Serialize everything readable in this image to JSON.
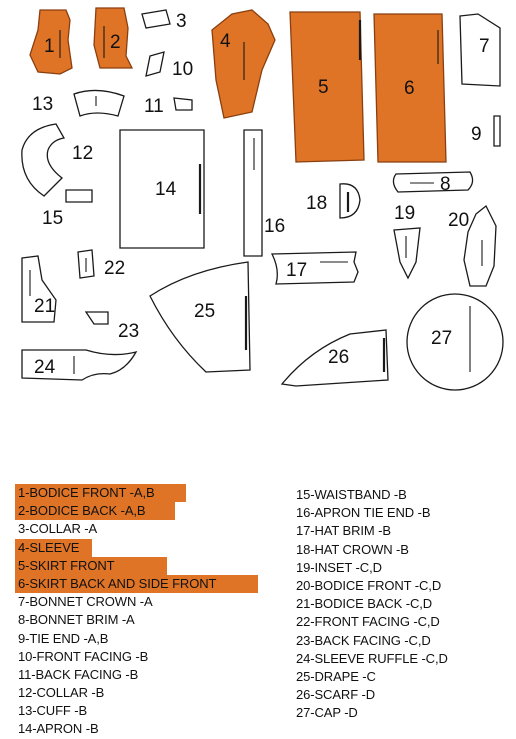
{
  "pieces": [
    {
      "id": "1",
      "label": "1"
    },
    {
      "id": "2",
      "label": "2"
    },
    {
      "id": "3",
      "label": "3"
    },
    {
      "id": "4",
      "label": "4"
    },
    {
      "id": "5",
      "label": "5"
    },
    {
      "id": "6",
      "label": "6"
    },
    {
      "id": "7",
      "label": "7"
    },
    {
      "id": "8",
      "label": "8"
    },
    {
      "id": "9",
      "label": "9"
    },
    {
      "id": "10",
      "label": "10"
    },
    {
      "id": "11",
      "label": "11"
    },
    {
      "id": "12",
      "label": "12"
    },
    {
      "id": "13",
      "label": "13"
    },
    {
      "id": "14",
      "label": "14"
    },
    {
      "id": "15",
      "label": "15"
    },
    {
      "id": "16",
      "label": "16"
    },
    {
      "id": "17",
      "label": "17"
    },
    {
      "id": "18",
      "label": "18"
    },
    {
      "id": "19",
      "label": "19"
    },
    {
      "id": "20",
      "label": "20"
    },
    {
      "id": "21",
      "label": "21"
    },
    {
      "id": "22",
      "label": "22"
    },
    {
      "id": "23",
      "label": "23"
    },
    {
      "id": "24",
      "label": "24"
    },
    {
      "id": "25",
      "label": "25"
    },
    {
      "id": "26",
      "label": "26"
    },
    {
      "id": "27",
      "label": "27"
    }
  ],
  "legend_left": [
    {
      "text": "1-BODICE FRONT -A,B",
      "highlighted": true
    },
    {
      "text": "2-BODICE BACK -A,B",
      "highlighted": true
    },
    {
      "text": "3-COLLAR -A",
      "highlighted": false
    },
    {
      "text": "4-SLEEVE",
      "highlighted": true
    },
    {
      "text": "5-SKIRT FRONT",
      "highlighted": true
    },
    {
      "text": "6-SKIRT BACK AND SIDE FRONT",
      "highlighted": true
    },
    {
      "text": "7-BONNET CROWN -A",
      "highlighted": false
    },
    {
      "text": "8-BONNET BRIM -A",
      "highlighted": false
    },
    {
      "text": "9-TIE END -A,B",
      "highlighted": false
    },
    {
      "text": "10-FRONT FACING -B",
      "highlighted": false
    },
    {
      "text": "11-BACK FACING -B",
      "highlighted": false
    },
    {
      "text": "12-COLLAR -B",
      "highlighted": false
    },
    {
      "text": "13-CUFF -B",
      "highlighted": false
    },
    {
      "text": "14-APRON -B",
      "highlighted": false
    }
  ],
  "legend_right": [
    {
      "text": "15-WAISTBAND -B"
    },
    {
      "text": "16-APRON TIE END -B"
    },
    {
      "text": "17-HAT BRIM -B"
    },
    {
      "text": "18-HAT CROWN -B"
    },
    {
      "text": "19-INSET -C,D"
    },
    {
      "text": "20-BODICE FRONT -C,D"
    },
    {
      "text": "21-BODICE BACK -C,D"
    },
    {
      "text": "22-FRONT FACING -C,D"
    },
    {
      "text": "23-BACK FACING -C,D"
    },
    {
      "text": "24-SLEEVE RUFFLE -C,D"
    },
    {
      "text": "25-DRAPE -C"
    },
    {
      "text": "26-SCARF -D"
    },
    {
      "text": "27-CAP -D"
    }
  ],
  "colors": {
    "highlight": "#e07426",
    "line": "#1a1a1a"
  }
}
